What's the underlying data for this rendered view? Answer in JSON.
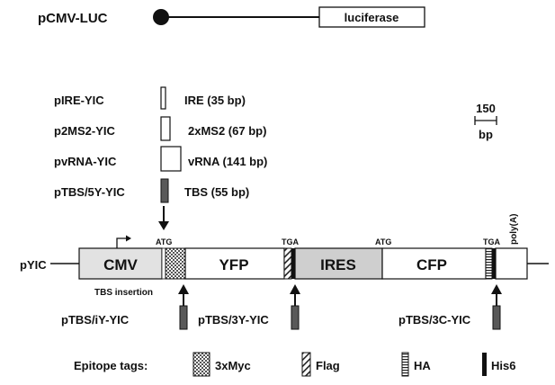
{
  "top": {
    "plasmid": "pCMV-LUC",
    "gene": "luciferase"
  },
  "inserts": [
    {
      "plasmid": "pIRE-YIC",
      "desc": "IRE (35 bp)"
    },
    {
      "plasmid": "p2MS2-YIC",
      "desc": "2xMS2 (67 bp)"
    },
    {
      "plasmid": "pvRNA-YIC",
      "desc": "vRNA (141 bp)"
    },
    {
      "plasmid": "pTBS/5Y-YIC",
      "desc": "TBS (55 bp)"
    }
  ],
  "scale": {
    "value": "150",
    "unit": "bp"
  },
  "construct": {
    "name": "pYIC",
    "segments": {
      "cmv": "CMV",
      "yfp": "YFP",
      "ires": "IRES",
      "cfp": "CFP"
    },
    "codons": {
      "atg1": "ATG",
      "tga1": "TGA",
      "atg2": "ATG",
      "tga2": "TGA"
    },
    "polya": "poly(A)",
    "tbs_insertion": "TBS insertion"
  },
  "variants": [
    {
      "plasmid": "pTBS/iY-YIC"
    },
    {
      "plasmid": "pTBS/3Y-YIC"
    },
    {
      "plasmid": "pTBS/3C-YIC"
    }
  ],
  "legend": {
    "title": "Epitope tags:",
    "items": [
      {
        "label": "3xMyc"
      },
      {
        "label": "Flag"
      },
      {
        "label": "HA"
      },
      {
        "label": "His6"
      }
    ]
  },
  "colors": {
    "cmv": "#e2e2e2",
    "ires": "#cfcfcf",
    "tbs_block": "#595959",
    "line": "#111111"
  }
}
